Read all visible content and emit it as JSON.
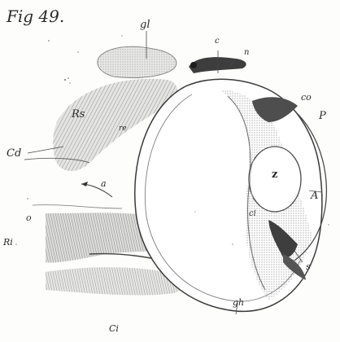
{
  "figure": {
    "title": "Fig 49.",
    "labels": {
      "gl": "gl",
      "c_top": "c",
      "n": "n",
      "rs": "Rs",
      "re": "re",
      "co": "co",
      "p": "P",
      "cd": "Cd",
      "z": "z",
      "a": "a",
      "A": "A",
      "o": "o",
      "ci": "ci",
      "s": "s",
      "ri": "Ri",
      "gh": "gh",
      "ci_bottom": "Ci"
    }
  }
}
